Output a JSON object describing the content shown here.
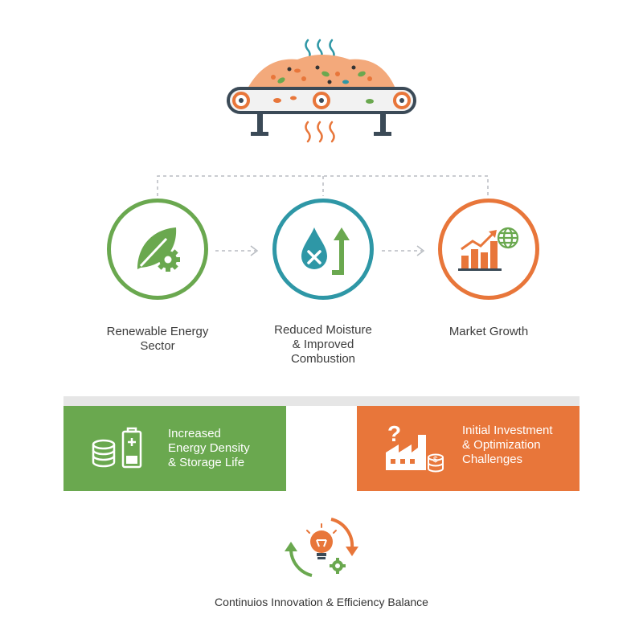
{
  "stages": [
    {
      "label": "Renewable Energy\nSector",
      "icon": "leaf-gear-icon",
      "color": "#6aa84f"
    },
    {
      "label": "Reduced Moisture\n& Improved\nCombustion",
      "icon": "water-drop-arrow-icon",
      "color": "#2e97a6"
    },
    {
      "label": "Market Growth",
      "icon": "growth-chart-globe-icon",
      "color": "#e8763a"
    }
  ],
  "panels": {
    "benefit": {
      "text": "Increased\nEnergy Density\n& Storage Life",
      "icon": "coins-battery-icon",
      "color": "#6aa84f"
    },
    "challenge": {
      "text": "Initial Investment\n& Optimization\nChallenges",
      "icon": "factory-question-icon",
      "color": "#e8763a"
    }
  },
  "footer": {
    "label": "Continuios Innovation & Efficiency Balance",
    "icon": "lightbulb-cycle-icon"
  },
  "header": {
    "icon": "biomass-conveyor-dryer-icon"
  }
}
